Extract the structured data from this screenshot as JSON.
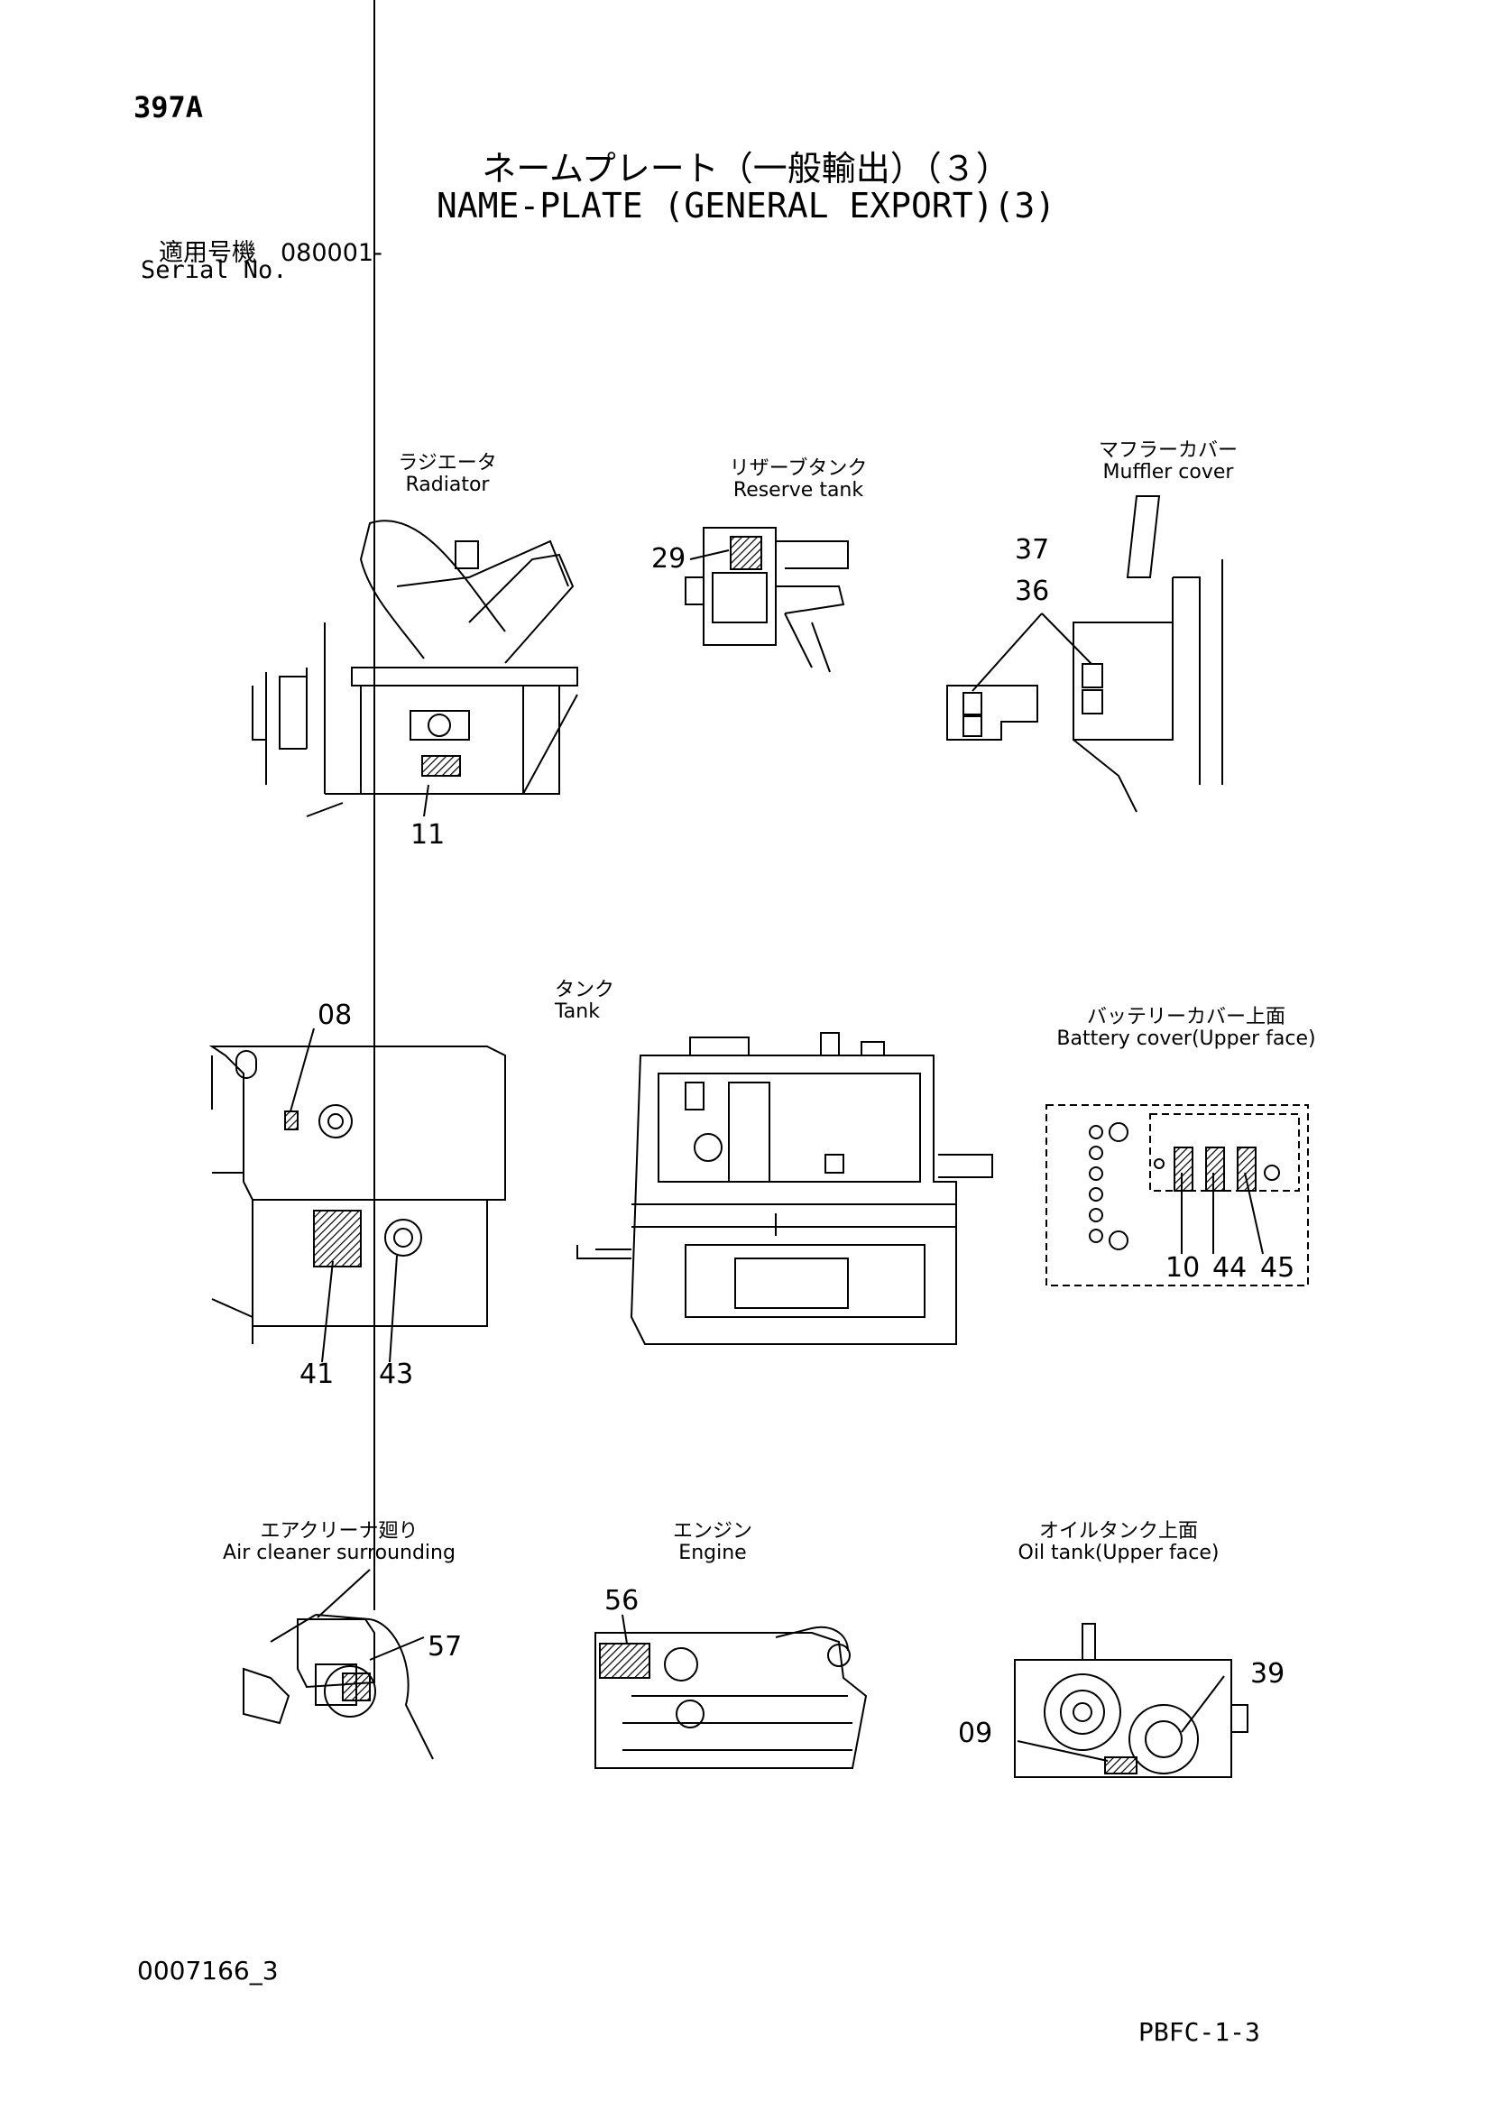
{
  "header": {
    "page_code": "397A",
    "title_jp": "ネームプレート（一般輸出）（３）",
    "title_en": "NAME-PLATE (GENERAL EXPORT)(3)",
    "serial_jp": "適用号機　080001-",
    "serial_en": "Serial No."
  },
  "views": [
    {
      "caption_jp": "ラジエータ",
      "caption_en": "Radiator",
      "callouts": [
        "11"
      ]
    },
    {
      "caption_jp": "リザーブタンク",
      "caption_en": "Reserve tank",
      "callouts": [
        "29"
      ]
    },
    {
      "caption_jp": "マフラーカバー",
      "caption_en": "Muffler cover",
      "callouts": [
        "37",
        "36"
      ]
    },
    {
      "caption_jp": "",
      "caption_en": "",
      "callouts": [
        "08",
        "41",
        "43"
      ]
    },
    {
      "caption_jp": "タンク",
      "caption_en": "Tank",
      "callouts": []
    },
    {
      "caption_jp": "バッテリーカバー上面",
      "caption_en": "Battery cover(Upper face)",
      "callouts": [
        "10",
        "44",
        "45"
      ]
    },
    {
      "caption_jp": "エアクリーナ廻り",
      "caption_en": "Air cleaner surrounding",
      "callouts": [
        "57"
      ]
    },
    {
      "caption_jp": "エンジン",
      "caption_en": "Engine",
      "callouts": [
        "56"
      ]
    },
    {
      "caption_jp": "オイルタンク上面",
      "caption_en": "Oil tank(Upper face)",
      "callouts": [
        "39",
        "09"
      ]
    }
  ],
  "footer": {
    "doc_id": "0007166_3",
    "page_ref": "PBFC-1-3"
  }
}
